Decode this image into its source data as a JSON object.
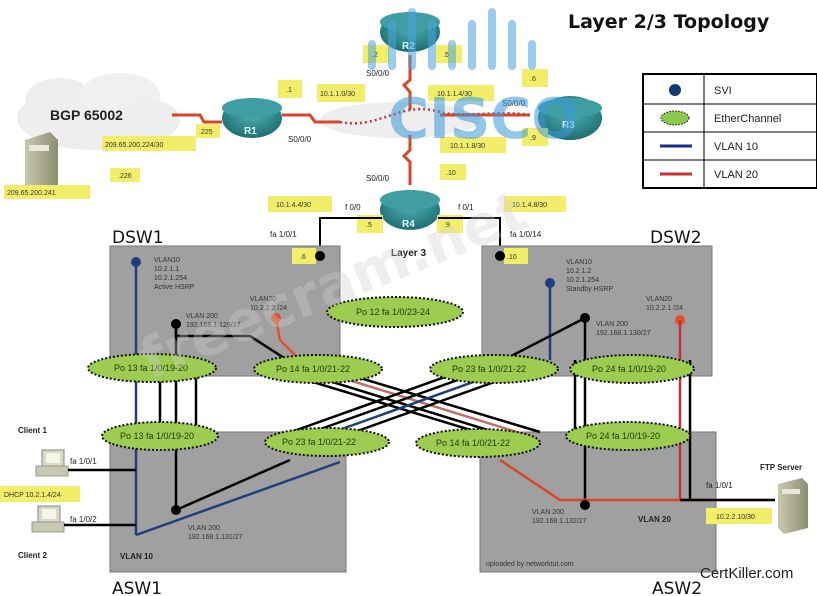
{
  "title": "Layer 2/3 Topology",
  "watermarks": {
    "cisco": "CISCO",
    "freecram": "freecram.net",
    "uploaded_by": "uploaded by networktut.com",
    "certkiller": "CertKiller.com"
  },
  "colors": {
    "vlan10": "#1f3f7a",
    "vlan20": "#d94a2a",
    "etherchannel_fill": "#9ccc50",
    "switch_box": "#a0a0a0",
    "label_bg": "#f2ee6a",
    "serial": "#d8462a",
    "router": "#2f8a8f"
  },
  "legend": [
    {
      "icon": "svi-dot-icon",
      "label": "SVI"
    },
    {
      "icon": "etherchannel-ellipse-icon",
      "label": "EtherChannel"
    },
    {
      "icon": "vlan10-line-icon",
      "label": "VLAN 10"
    },
    {
      "icon": "vlan20-line-icon",
      "label": "VLAN  20"
    }
  ],
  "bgp": {
    "cloud_label": "BGP 65002",
    "server_ip": "209.65.200.241",
    "link_net": "209.65.200.224/30",
    "r1_addr": ".225",
    "isp_addr": ".226"
  },
  "routers": {
    "r1": {
      "name": "R1",
      "addr": ".1",
      "serial": "S0/0/0"
    },
    "r2": {
      "name": "R2",
      "addr_r1": ".2",
      "addr_r3": ".5",
      "serial_top": "S0/0/0",
      "serial_bottom": "S0/0/0"
    },
    "r3": {
      "name": "R3",
      "addr_r2": ".6",
      "addr_r4": ".9",
      "serial": "S0/0/0"
    },
    "r4": {
      "name": "R4",
      "serial": "S0/0/0",
      "addr_r3": ".10",
      "f00": "f 0/0",
      "f01": "f 0/1",
      "f00_addr": ".5",
      "f01_addr": ".9",
      "layer": "Layer 3"
    }
  },
  "networks": {
    "r1_r2": "10.1.1.0/30",
    "r2_r3": "10.1.1.4/30",
    "r3_r4": "10.1.1.8/30",
    "r4_dsw1": "10.1.4.4/30",
    "r4_dsw2": "10.1.4.8/30"
  },
  "dsw1": {
    "name": "DSW1",
    "uplink_port": "fa 1/0/1",
    "uplink_addr": ".6",
    "vlan10": [
      "VLAN10",
      "10.2.1.1",
      "10.2.1.254",
      "Active HSRP"
    ],
    "vlan20": [
      "VLAN20",
      "10.2.2.2 /24"
    ],
    "vlan200": [
      "VLAN 200",
      "192.168.1.129/27"
    ]
  },
  "dsw2": {
    "name": "DSW2",
    "uplink_port": "fa 1/0/14",
    "uplink_addr": ".10",
    "vlan10": [
      "VLAN10",
      "10.2.1.2",
      "10.2.1.254",
      "Standby HSRP"
    ],
    "vlan20": [
      "VLAN20",
      "10.2.2.1 /24"
    ],
    "vlan200": [
      "VLAN 200",
      "192.168.1.130/27"
    ]
  },
  "asw1": {
    "name": "ASW1",
    "vlan200": [
      "VLAN 200",
      "192.168.1.131/27"
    ],
    "vlan10": "VLAN 10"
  },
  "asw2": {
    "name": "ASW2",
    "vlan200": [
      "VLAN 200",
      "192.168.1.132/27"
    ],
    "vlan20": "VLAN 20"
  },
  "etherchannels": {
    "po12": "Po 12  fa 1/0/23-24",
    "dsw1_po13": "Po 13  fa 1/0/19-20",
    "dsw1_po14": "Po 14  fa 1/0/21-22",
    "dsw2_po23": "Po 23  fa 1/0/21-22",
    "dsw2_po24": "Po 24  fa 1/0/19-20",
    "asw1_po13": "Po 13  fa 1/0/19-20",
    "asw1_po23": "Po 23  fa 1/0/21-22",
    "asw2_po14": "Po 14  fa 1/0/21-22",
    "asw2_po24": "Po 24  fa 1/0/19-20"
  },
  "clients": {
    "client1": {
      "name": "Client 1",
      "port": "fa 1/0/1"
    },
    "client2": {
      "name": "Client 2",
      "port": "fa 1/0/2"
    },
    "dhcp": "DHCP 10.2.1.4/24"
  },
  "ftp": {
    "name": "FTP Server",
    "port": "fa 1/0/1",
    "ip": "10.2.2.10/30"
  }
}
